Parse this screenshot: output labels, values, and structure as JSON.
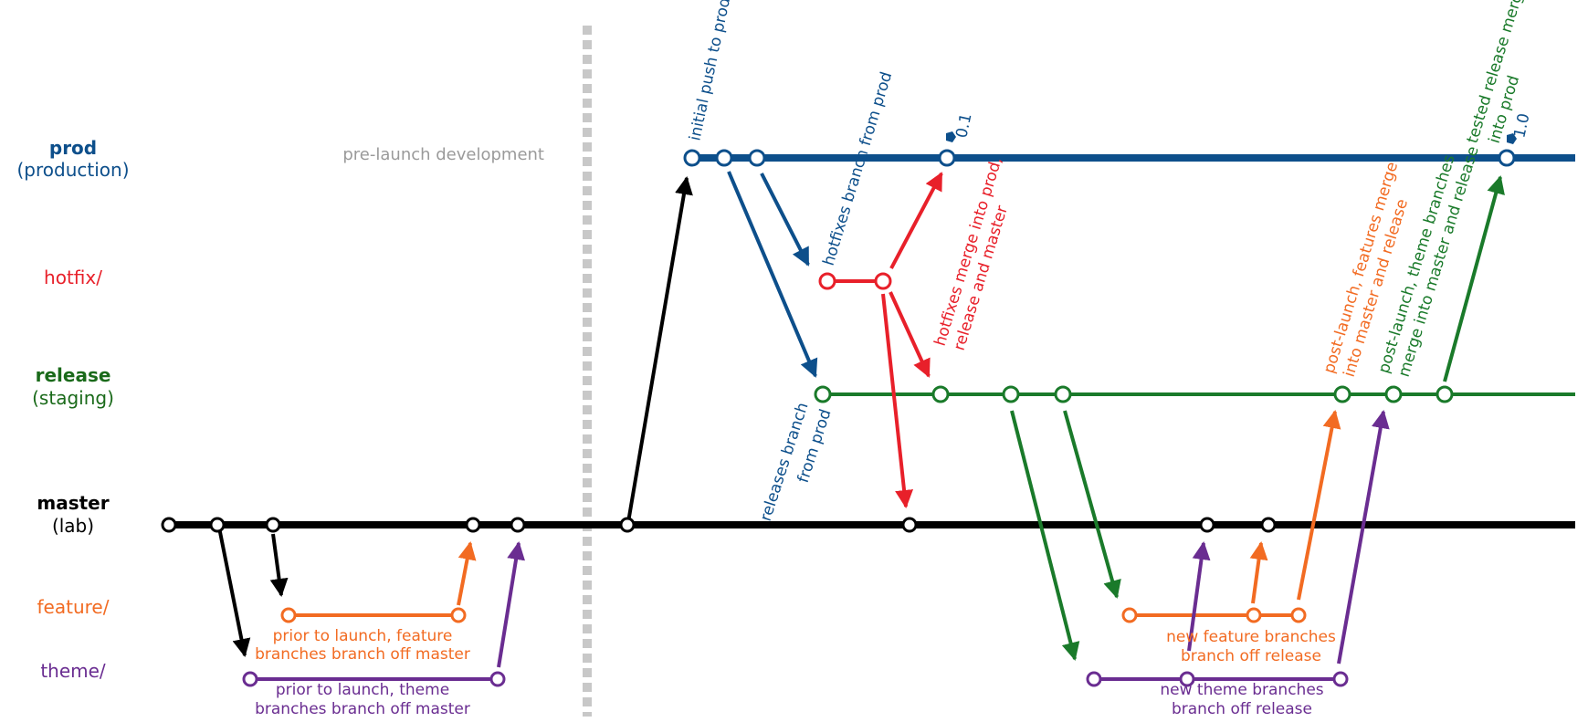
{
  "colors": {
    "prod": "#0d4f8b",
    "hotfix": "#e8202a",
    "release": "#1a7a2a",
    "master": "#000000",
    "feature": "#f26b22",
    "theme": "#6a2d91",
    "divider": "#c8c8c8",
    "muted": "#9a9a9a"
  },
  "lanes": {
    "prod": {
      "name": "prod",
      "sub": "(production)"
    },
    "hotfix": {
      "name": "hotfix/"
    },
    "release": {
      "name": "release",
      "sub": "(staging)"
    },
    "master": {
      "name": "master",
      "sub": "(lab)"
    },
    "feature": {
      "name": "feature/"
    },
    "theme": {
      "name": "theme/"
    }
  },
  "divider_label": "pre-launch development",
  "annotations": {
    "initial_push": "initial push to prod",
    "hotfixes_branch": "hotfixes branch from prod",
    "hotfixes_merge_1": "hotfixes merge into prod,",
    "hotfixes_merge_2": "release and master",
    "releases_branch_1": "releases branch",
    "releases_branch_2": "from prod",
    "post_features_1": "post-launch, features merge",
    "post_features_2": "into master and release",
    "post_themes_1": "post-launch, theme branches",
    "post_themes_2": "merge into master and release",
    "tested_release_1": "tested release merge",
    "tested_release_2": "into prod",
    "feature_prior_1": "prior to launch, feature",
    "feature_prior_2": "branches branch off master",
    "theme_prior_1": "prior to launch, theme",
    "theme_prior_2": "branches branch off master",
    "feature_new_1": "new feature branches",
    "feature_new_2": "branch off release",
    "theme_new_1": "new theme branches",
    "theme_new_2": "branch off release"
  },
  "tags": {
    "v01": "0.1",
    "v10": "1.0"
  }
}
